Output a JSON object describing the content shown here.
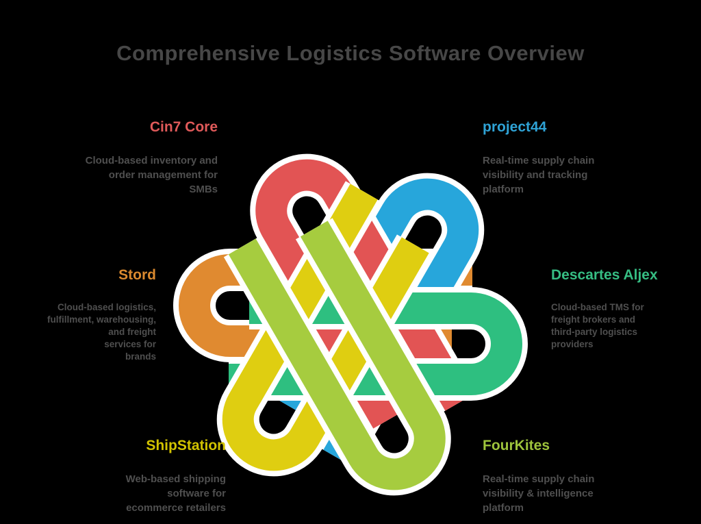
{
  "title": "Comprehensive Logistics Software Overview",
  "colors": {
    "background": "#000000",
    "title_text": "#474747",
    "description_text": "#4f4f4f",
    "knot_outline": "#ffffff"
  },
  "products": [
    {
      "name": "Cin7 Core",
      "color": "#E05A5A",
      "position": "top-left",
      "description": "Cloud-based inventory and\norder management for\nSMBs"
    },
    {
      "name": "project44",
      "color": "#2FA3D6",
      "position": "top-right",
      "description": "Real-time supply chain\nvisibility and tracking\nplatform"
    },
    {
      "name": "Stord",
      "color": "#DB8A2F",
      "position": "middle-left",
      "description": "Cloud-based logistics,\nfulfillment, warehousing,\nand freight\nservices for\nbrands"
    },
    {
      "name": "Descartes Aljex",
      "color": "#36BD83",
      "position": "middle-right",
      "description": "Cloud-based TMS for\nfreight brokers and\nthird-party logistics\nproviders"
    },
    {
      "name": "ShipStation",
      "color": "#D2C300",
      "position": "bottom-left",
      "description": "Web-based shipping\nsoftware for\necommerce retailers"
    },
    {
      "name": "FourKites",
      "color": "#9EC43C",
      "position": "bottom-right",
      "description": "Real-time supply chain\nvisibility & intelligence\nplatform"
    }
  ],
  "knot": {
    "type": "six-loop interlaced knot emblem",
    "colors": {
      "red": "#E25454",
      "blue": "#27A6DB",
      "orange": "#E08A30",
      "green": "#2EBF80",
      "yellow": "#DFCE11",
      "lime": "#A6CC3F"
    }
  }
}
